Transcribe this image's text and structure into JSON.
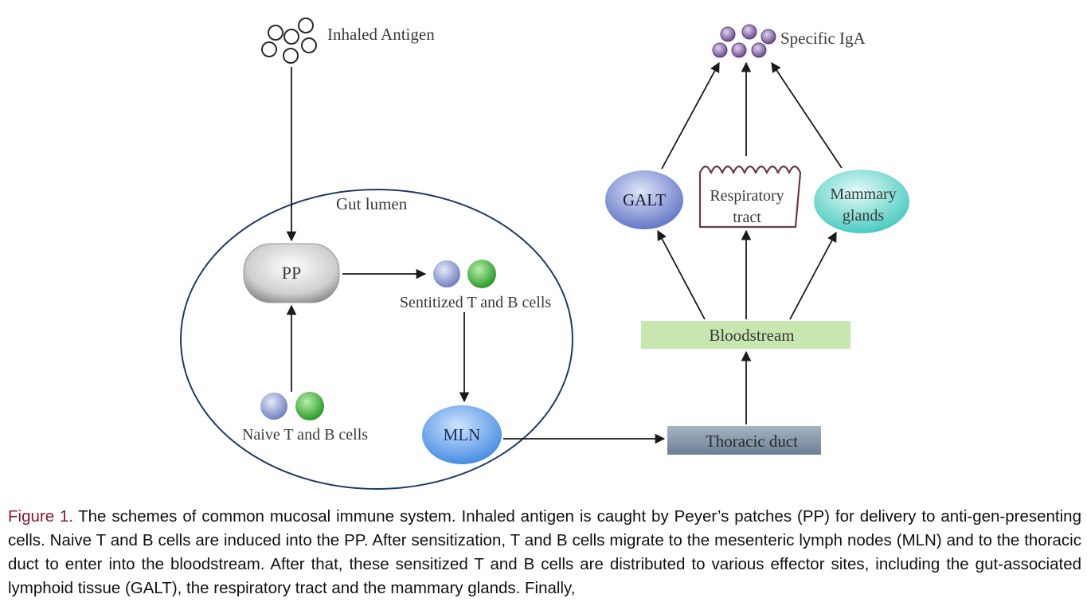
{
  "diagram": {
    "inhaled_antigen": "Inhaled Antigen",
    "specific_iga": "Specific IgA",
    "gut_lumen": "Gut lumen",
    "pp": "PP",
    "sensitized_cells": "Sentitized T and B cells",
    "naive_cells": "Naive T and B cells",
    "mln": "MLN",
    "thoracic_duct": "Thoracic duct",
    "bloodstream": "Bloodstream",
    "galt": "GALT",
    "respiratory_line1": "Respiratory",
    "respiratory_line2": "tract",
    "mammary_line1": "Mammary",
    "mammary_line2": "glands"
  },
  "caption": {
    "label": "Figure 1.",
    "text": "The schemes of common mucosal immune system. Inhaled antigen is caught by Peyer’s patches (PP) for delivery to anti-gen-presenting cells. Naive T and B cells are induced into the PP. After sensitization, T and B cells migrate to the mesenteric lymph nodes (MLN) and to the thoracic duct to enter into the bloodstream. After that, these sensitized T and B cells are distributed to various effector sites, including the gut-associated lymphoid tissue (GALT), the respiratory tract and the mammary glands. Finally,"
  },
  "colors": {
    "caption_label": "#8b1a2b",
    "bloodstream_box": "#c8e6b0",
    "thoracic_duct_box": "#8395a8",
    "iga_dots": "#7a5a96",
    "t_cell": "#8a9ad0",
    "b_cell": "#3fae3a"
  }
}
